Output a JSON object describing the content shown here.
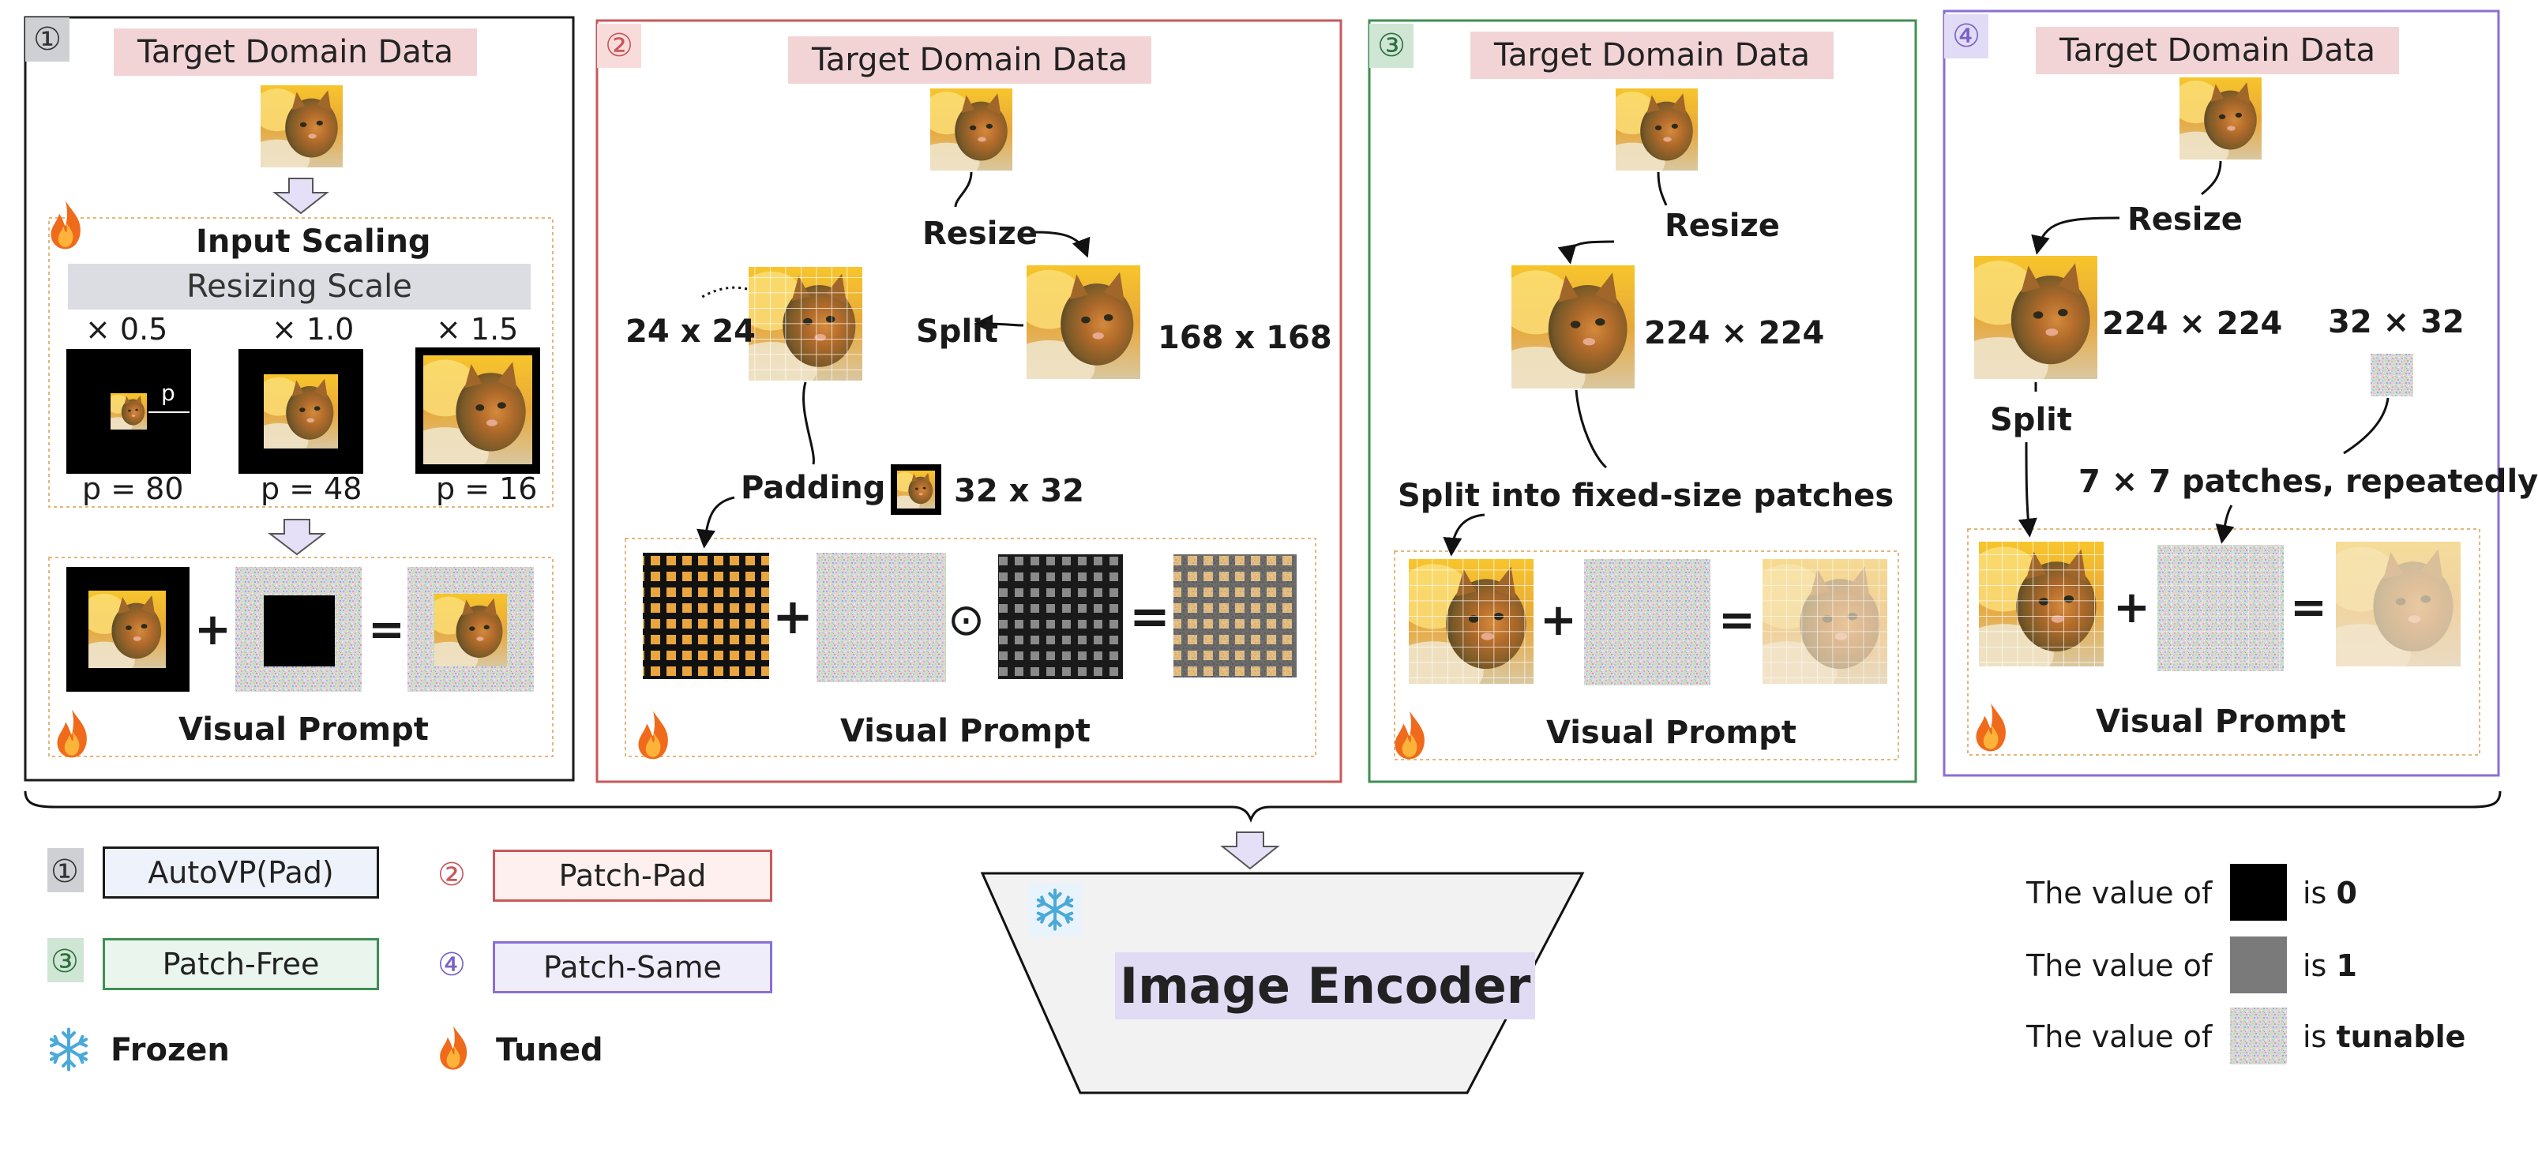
{
  "colors": {
    "panel1_border": "#1a1a1a",
    "panel2_border": "#c9575a",
    "panel3_border": "#3f8f52",
    "panel4_border": "#8a6fd1",
    "target_label_bg": "#f3d4d6",
    "legend1_fill": "#eef2fb",
    "legend2_fill": "#fdf0ee",
    "legend3_fill": "#eaf5ee",
    "legend4_fill": "#f0edfb",
    "encoder_fill": "#f2f2f2",
    "encoder_label_bg": "#e1dcf4",
    "arrow_fill": "#e5e0f7"
  },
  "icons": [
    "fire-icon",
    "snowflake-icon",
    "cat-image",
    "noise-patch"
  ],
  "panel1": {
    "number": "①",
    "target_label": "Target Domain Data",
    "title": "Input Scaling",
    "scale_header": "Resizing Scale",
    "scales": [
      "× 0.5",
      "× 1.0",
      "× 1.5"
    ],
    "pads": [
      "p = 80",
      "p = 48",
      "p = 16"
    ],
    "p_marker": "p",
    "plus": "+",
    "equals": "=",
    "caption": "Visual Prompt"
  },
  "panel2": {
    "number": "②",
    "target_label": "Target Domain Data",
    "resize": "Resize",
    "split": "Split",
    "size_168": "168 x 168",
    "size_24": "24 x 24",
    "padding": "Padding",
    "size_32": "32 x 32",
    "plus": "+",
    "odot": "⊙",
    "equals": "=",
    "caption": "Visual Prompt"
  },
  "panel3": {
    "number": "③",
    "target_label": "Target Domain Data",
    "resize": "Resize",
    "size_224": "224 × 224",
    "split": "Split into fixed-size patches",
    "plus": "+",
    "equals": "=",
    "caption": "Visual Prompt"
  },
  "panel4": {
    "number": "④",
    "target_label": "Target Domain Data",
    "resize": "Resize",
    "size_224": "224 × 224",
    "size_32": "32 × 32",
    "split": "Split",
    "patches": "7 × 7 patches, repeatedly",
    "plus": "+",
    "equals": "=",
    "caption": "Visual Prompt"
  },
  "legend": {
    "items": [
      {
        "num": "①",
        "label": "AutoVP(Pad)"
      },
      {
        "num": "②",
        "label": "Patch-Pad"
      },
      {
        "num": "③",
        "label": "Patch-Free"
      },
      {
        "num": "④",
        "label": "Patch-Same"
      }
    ],
    "frozen": "Frozen",
    "tuned": "Tuned"
  },
  "encoder": {
    "label": "Image Encoder"
  },
  "values": {
    "prefix": "The  value of",
    "is": "is",
    "black_val": "0",
    "grey_val": "1",
    "noise_val": "tunable"
  }
}
